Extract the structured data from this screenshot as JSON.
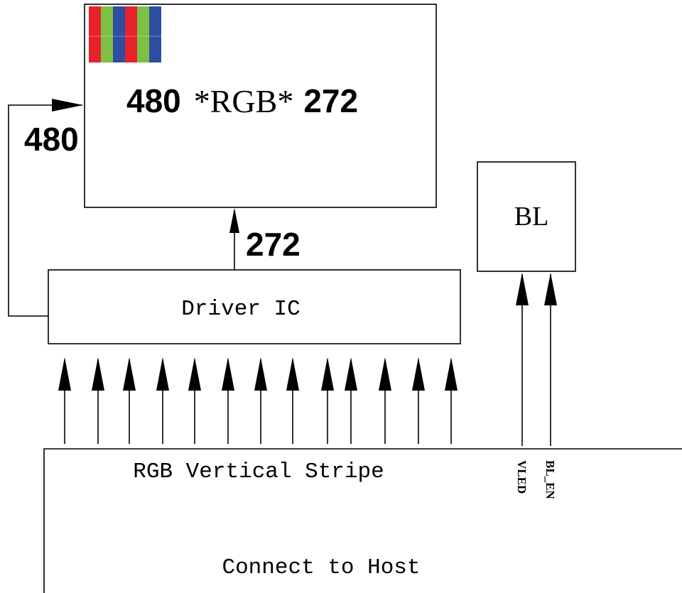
{
  "display": {
    "resolution_width": "480",
    "resolution_middle": "*RGB*",
    "resolution_height": "272",
    "stripe_colors": [
      "#e8212b",
      "#7cc144",
      "#2f4ea2",
      "#e8212b",
      "#7cc144",
      "#2f4ea2"
    ]
  },
  "source_label": "480",
  "gate_label": "272",
  "driver": {
    "label": "Driver IC"
  },
  "backlight": {
    "label": "BL"
  },
  "host": {
    "stripe_label": "RGB Vertical Stripe",
    "label": "Connect to Host",
    "vled_label": "VLED",
    "bl_en_label": "BL_EN"
  },
  "data_line_count": 13
}
